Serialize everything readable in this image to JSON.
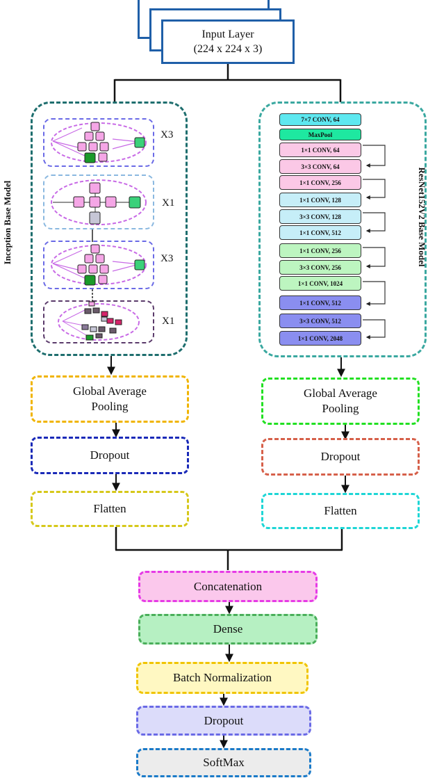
{
  "input": {
    "line1": "Input Layer",
    "line2": "(224 x 224 x 3)"
  },
  "left": {
    "side_label": "Inception Base Model",
    "multipliers": [
      "X3",
      "X1",
      "X3",
      "X1"
    ],
    "gap_line1": "Global Average",
    "gap_line2": "Pooling",
    "dropout": "Dropout",
    "flatten": "Flatten"
  },
  "right": {
    "side_label": "ResNet152V2 Base Model",
    "blocks": [
      "7×7 CONV, 64",
      "MaxPool",
      "1×1 CONV, 64",
      "3×3 CONV, 64",
      "1×1 CONV, 256",
      "1×1 CONV, 128",
      "3×3 CONV, 128",
      "1×1 CONV, 512",
      "1×1 CONV, 256",
      "3×3 CONV, 256",
      "1×1 CONV, 1024",
      "1×1 CONV, 512",
      "3×3 CONV, 512",
      "1×1 CONV, 2048"
    ],
    "gap_line1": "Global Average",
    "gap_line2": "Pooling",
    "dropout": "Dropout",
    "flatten": "Flatten"
  },
  "head": {
    "concatenation": "Concatenation",
    "dense": "Dense",
    "batch_norm": "Batch Normalization",
    "dropout": "Dropout",
    "softmax": "SoftMax"
  },
  "colors": {
    "inception_frame": "#1e6e6e",
    "resnet_frame": "#3aa8a0",
    "pink": "#f5a6e6",
    "green": "#3bd17a",
    "dark_green": "#1a9a2a",
    "grey": "#c6c6d6",
    "cyan_block": "#5ee8f0",
    "teal_block": "#1ee8a0",
    "light_pink_block": "#fbc8e6",
    "light_blue_block": "#c6eef8",
    "light_green_block": "#bdf5c0",
    "purple_block": "#8a8ef0"
  }
}
